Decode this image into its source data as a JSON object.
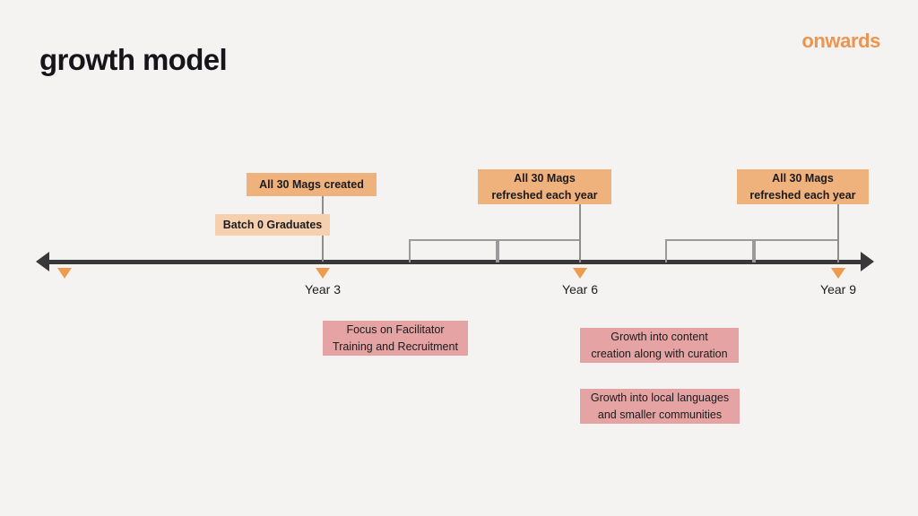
{
  "header": {
    "title": "growth model",
    "brand": "onwards",
    "brand_color": "#eb9550"
  },
  "theme": {
    "background": "#f4f3f2",
    "axis_color": "#38383a",
    "marker_color": "#ef9b4f",
    "orange_dark": "#f0b27c",
    "orange_light": "#f6d0ae",
    "pink": "#e5a3a3",
    "bracket_color": "#9a9a9c",
    "stem_color": "#8d8d8f"
  },
  "timeline": {
    "axis": {
      "left_arrow": "left-arrowhead",
      "right_arrow": "right-arrowhead"
    },
    "edge_markers": [
      {
        "name": "start-marker"
      },
      {
        "name": "end-marker"
      }
    ],
    "year_markers": [
      {
        "label": "Year 3"
      },
      {
        "label": "Year 6"
      },
      {
        "label": "Year 9"
      }
    ],
    "brackets": [
      {
        "name": "bracket-year4"
      },
      {
        "name": "bracket-year5"
      },
      {
        "name": "bracket-year7"
      },
      {
        "name": "bracket-year8"
      }
    ]
  },
  "callouts_above": [
    {
      "name": "callout-all-30-mags-created",
      "text": "All 30 Mags created",
      "style": "orange-dark",
      "bold": true
    },
    {
      "name": "callout-batch-0-graduates",
      "text": "Batch 0 Graduates",
      "style": "orange-light",
      "bold": true
    },
    {
      "name": "callout-mags-refreshed-year6",
      "line1": "All 30 Mags",
      "line2": "refreshed each year",
      "style": "orange-dark",
      "bold": true
    },
    {
      "name": "callout-mags-refreshed-year9",
      "line1": "All 30 Mags",
      "line2": "refreshed each year",
      "style": "orange-dark",
      "bold": true
    }
  ],
  "callouts_below": [
    {
      "name": "callout-facilitator-training",
      "line1": "Focus on Facilitator",
      "line2": "Training and Recruitment",
      "style": "pink"
    },
    {
      "name": "callout-content-creation",
      "line1": "Growth into content",
      "line2": "creation along with curation",
      "style": "pink"
    },
    {
      "name": "callout-local-languages",
      "line1": "Growth into local languages",
      "line2": "and smaller communities",
      "style": "pink"
    }
  ]
}
